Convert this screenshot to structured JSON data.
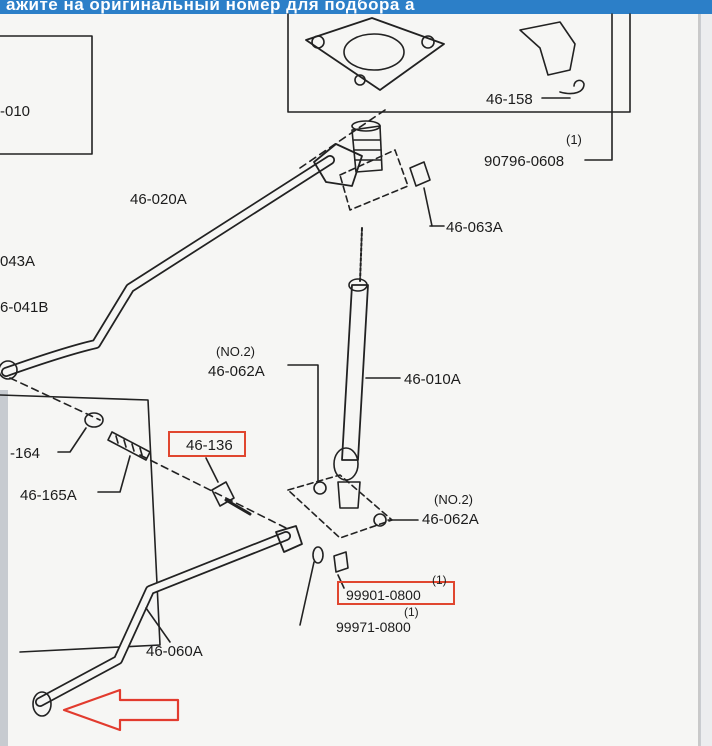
{
  "banner": {
    "text": "ажите на оригинальный номер для подбора а",
    "color": "#2c7fc8"
  },
  "colors": {
    "line": "#222222",
    "highlight": "#e0462f",
    "arrow": "#e23b2e",
    "paper": "#f6f6f4"
  },
  "parts": {
    "p_010": "-010",
    "p_46_158": "46-158",
    "p_90796_qty": "(1)",
    "p_90796": "90796-0608",
    "p_46_020a": "46-020A",
    "p_46_063a": "46-063A",
    "p_043a": "043A",
    "p_041b": "6-041B",
    "p_062a_top_qty": "(NO.2)",
    "p_062a_top": "46-062A",
    "p_46_010a": "46-010A",
    "p_164": "-164",
    "p_46_165a": "46-165A",
    "p_46_136": "46-136",
    "p_062a_bot_qty": "(NO.2)",
    "p_062a_bot": "46-062A",
    "p_99901_qty": "(1)",
    "p_99901": "99901-0800",
    "p_99971_qty": "(1)",
    "p_99971": "99971-0800",
    "p_46_060a": "46-060A"
  },
  "icons": {
    "pointer_arrow": "arrow-left-icon"
  }
}
